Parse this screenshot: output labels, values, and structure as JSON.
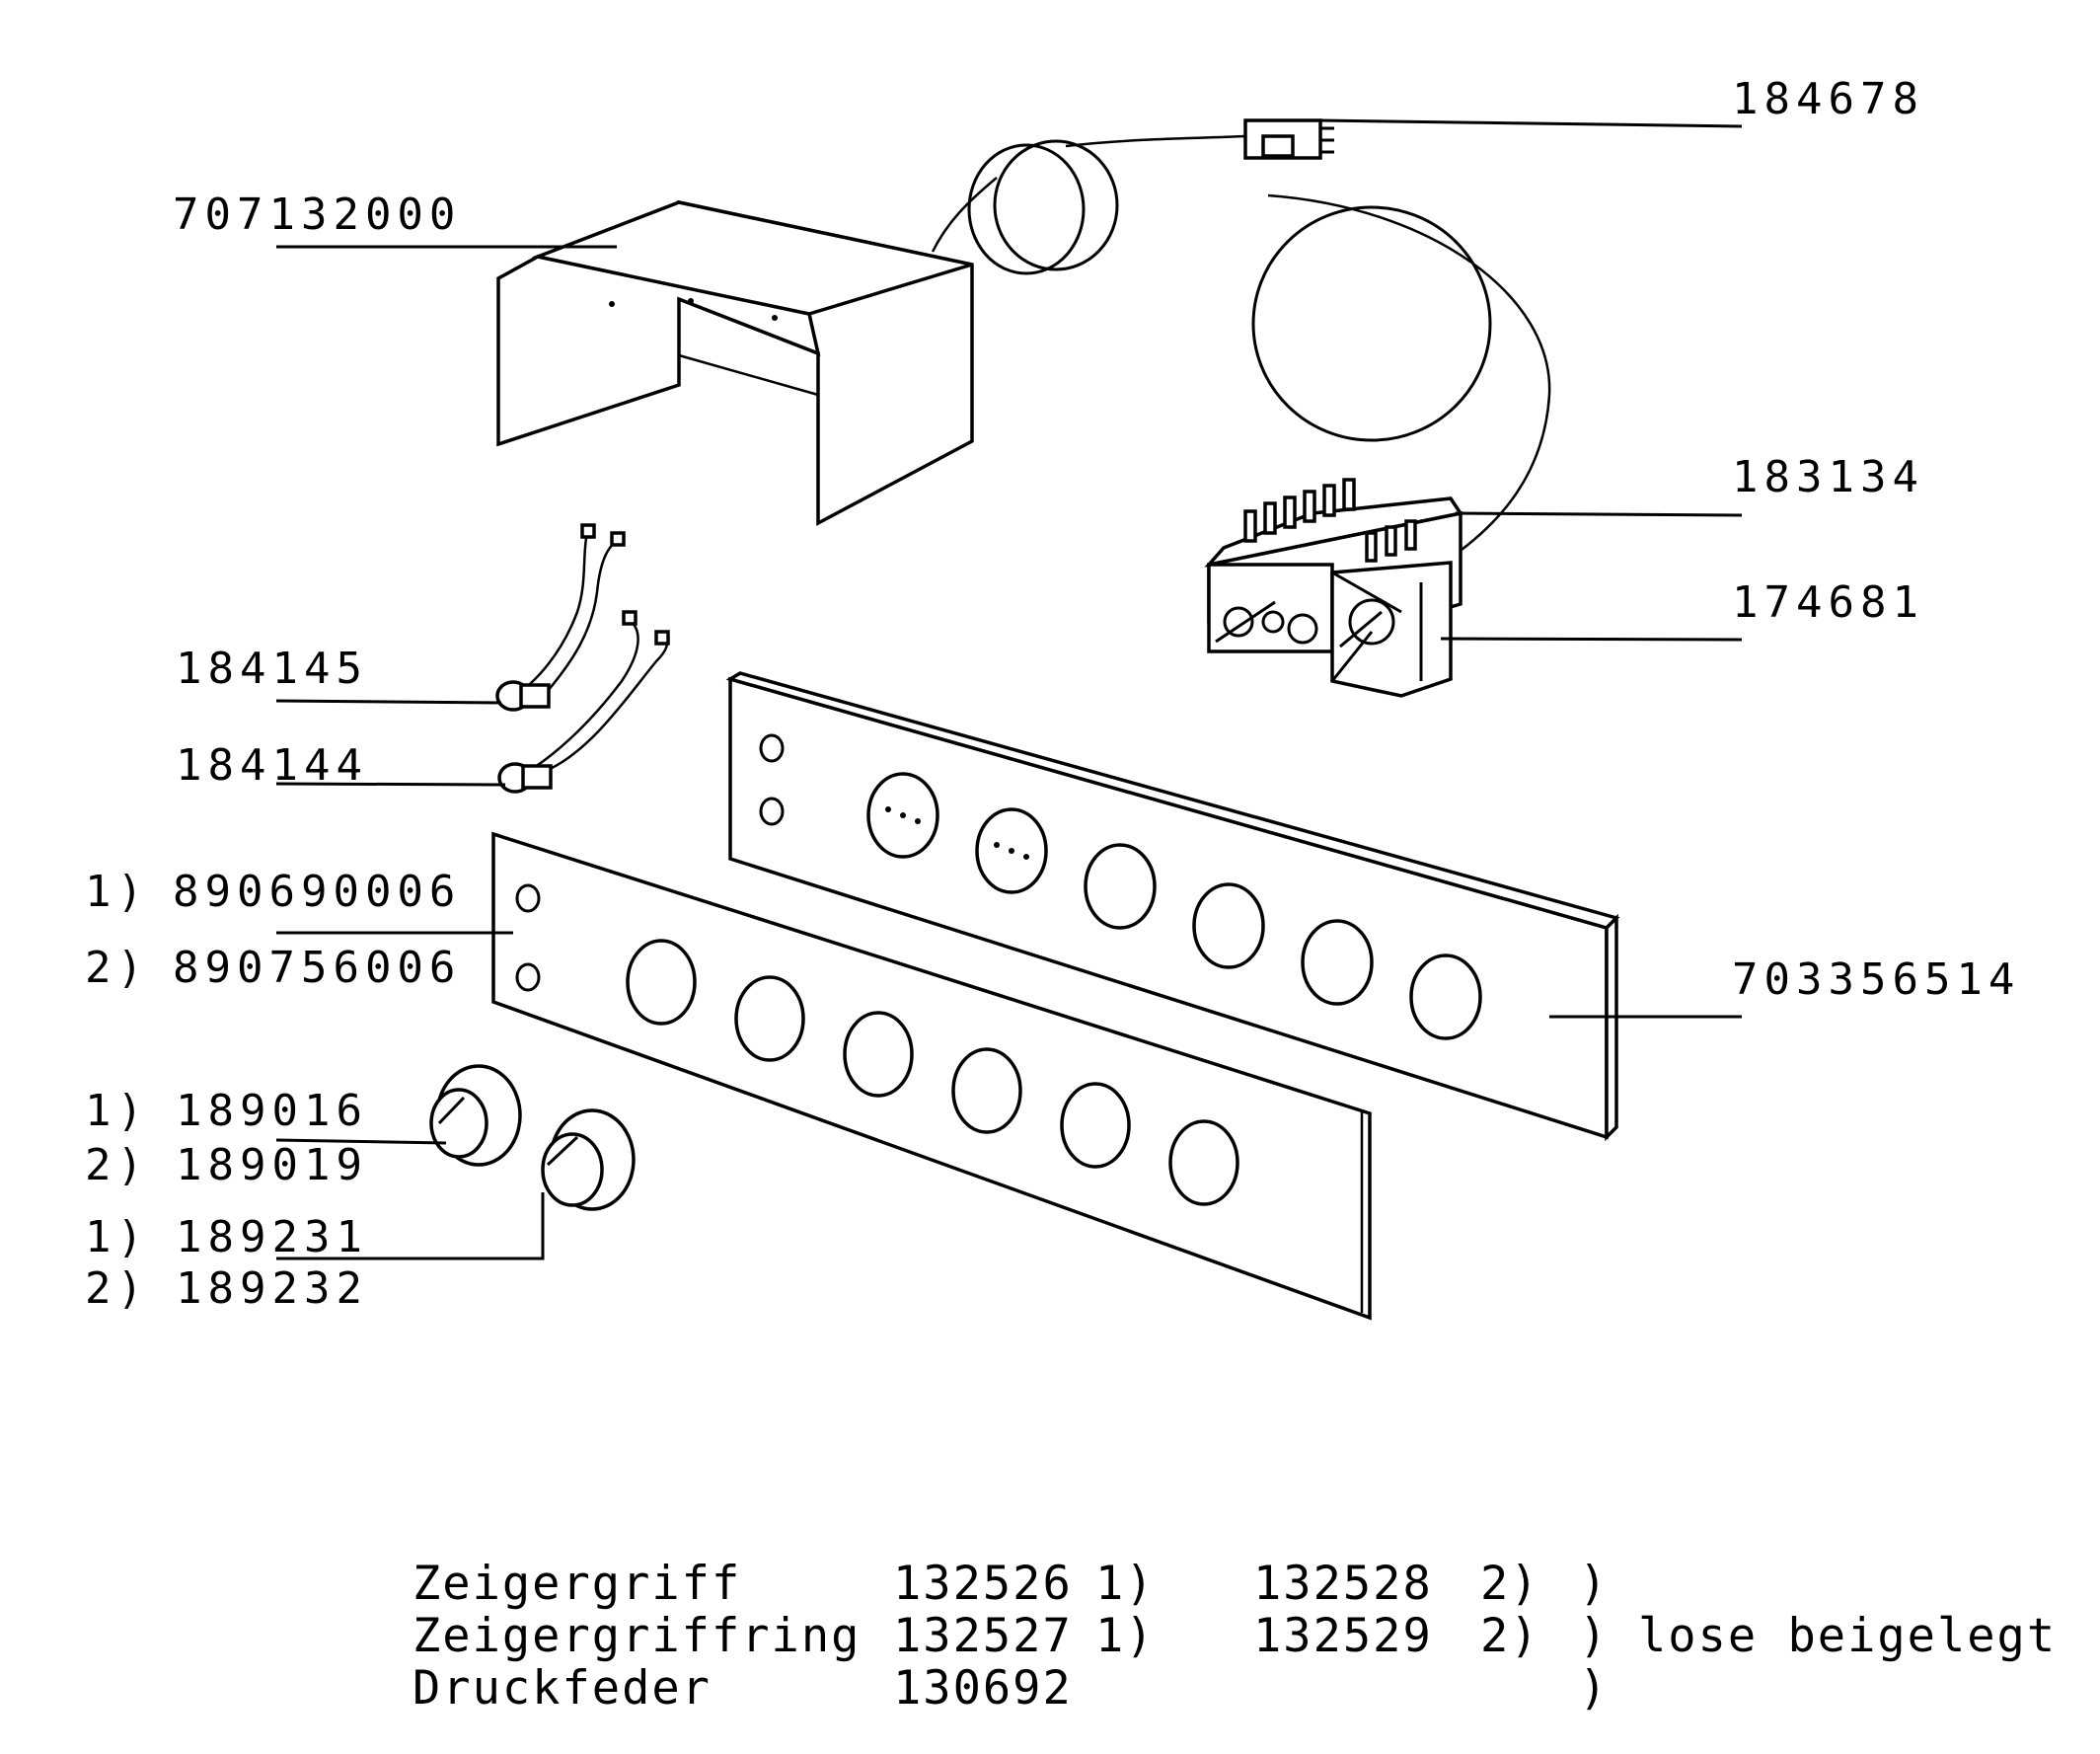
{
  "labels": {
    "l184678": "184678",
    "l707132000": "707132000",
    "l183134": "183134",
    "l174681": "174681",
    "l184145": "184145",
    "l184144": "184144",
    "l890690006": "890690006",
    "l890756006": "890756006",
    "l703356514": "703356514",
    "l189016": "189016",
    "l189019": "189019",
    "l189231": "189231",
    "l189232": "189232",
    "m1": "1)",
    "m2": "2)"
  },
  "table": {
    "rows": [
      {
        "name": "Zeigergriff",
        "n1": "132526",
        "m1": "1)",
        "n2": "132528",
        "m2": "2)",
        "br": ")",
        "note": ""
      },
      {
        "name": "Zeigergriffring",
        "n1": "132527",
        "m1": "1)",
        "n2": "132529",
        "m2": "2)",
        "br": ")",
        "note": "lose beigelegt"
      },
      {
        "name": "Druckfeder",
        "n1": "130692",
        "m1": "",
        "n2": "",
        "m2": "",
        "br": ")",
        "note": ""
      }
    ]
  }
}
